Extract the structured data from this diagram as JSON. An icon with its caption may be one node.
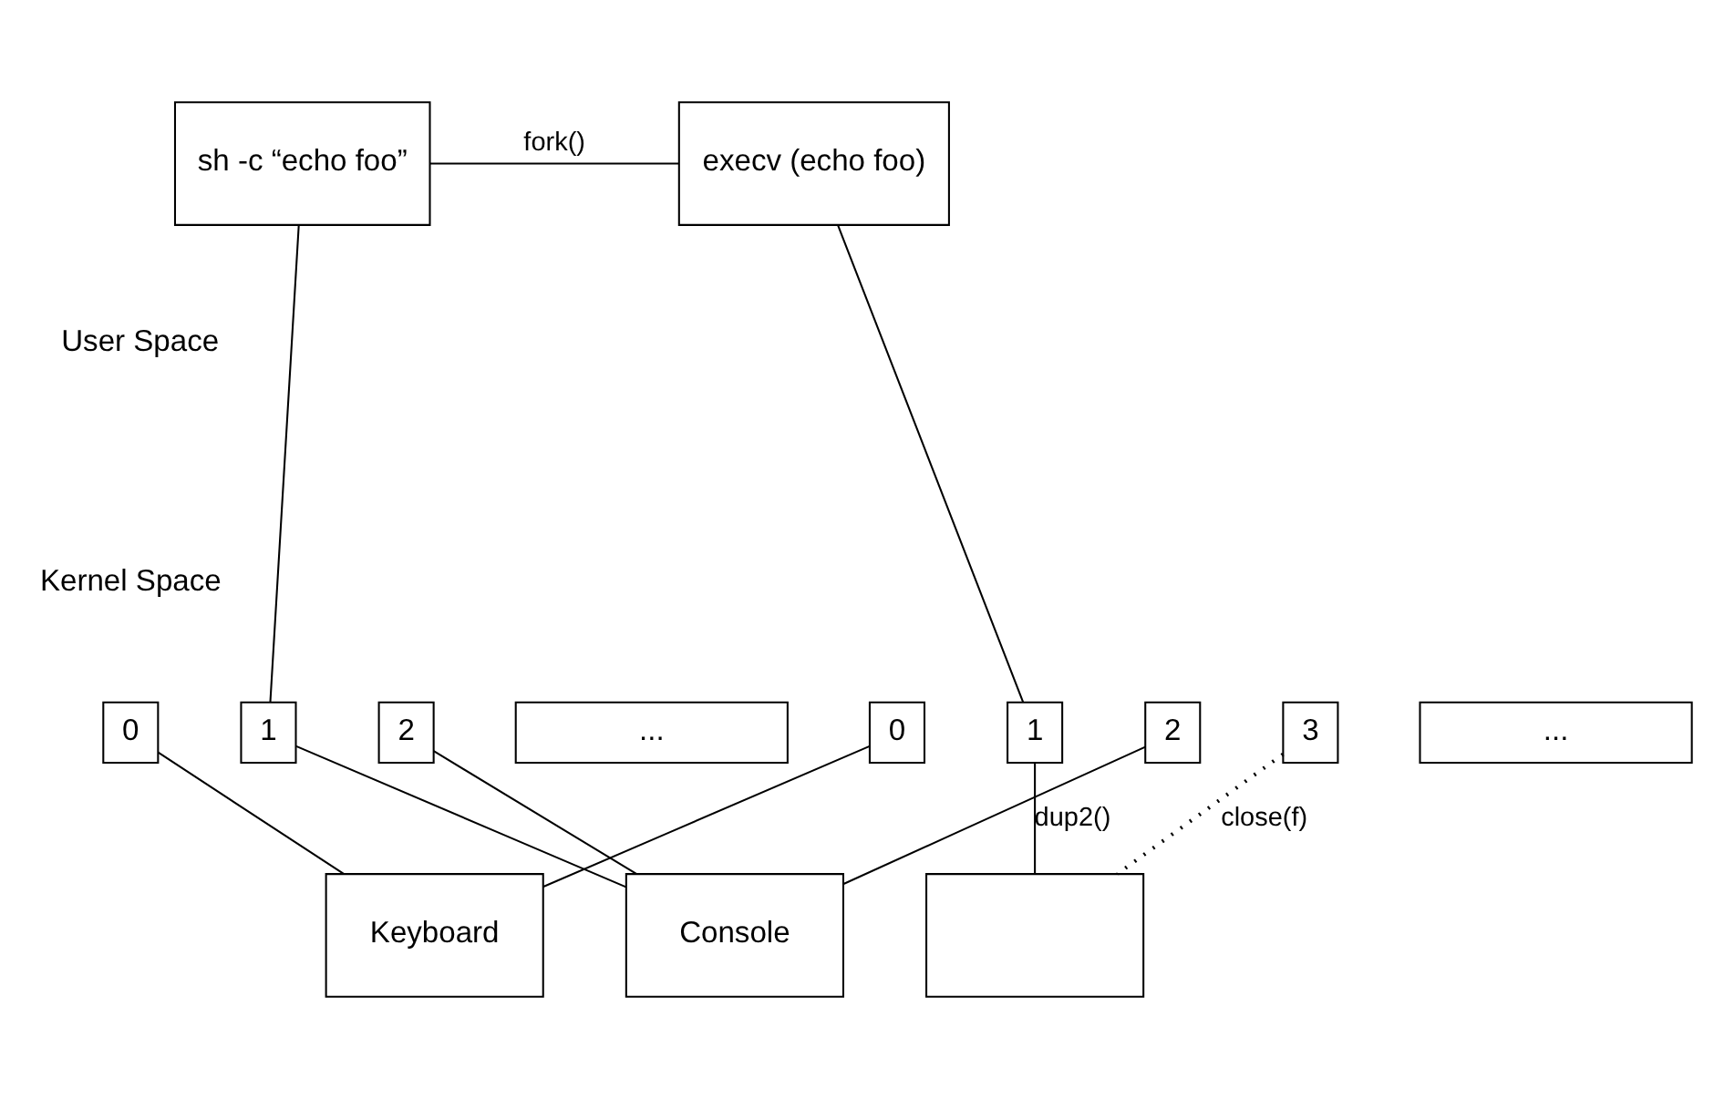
{
  "diagram": {
    "nodes": [
      {
        "text": [
          "sh -c “echo foo”"
        ]
      },
      {
        "text": [
          "execv (echo foo)"
        ]
      },
      {
        "text": [
          "0"
        ]
      },
      {
        "text": [
          "1"
        ]
      },
      {
        "text": [
          "2"
        ]
      },
      {
        "text": [
          "..."
        ]
      },
      {
        "text": [
          "0"
        ]
      },
      {
        "text": [
          "1"
        ]
      },
      {
        "text": [
          "2"
        ]
      },
      {
        "text": [
          "3"
        ]
      },
      {
        "text": [
          "..."
        ]
      },
      {
        "text": [
          "Keyboard"
        ]
      },
      {
        "text": [
          "Console"
        ]
      },
      {
        "text": [],
        "shape": "box"
      }
    ],
    "edges": [
      {
        "from": 0,
        "to": 1,
        "arrow": "none",
        "label": "fork()"
      },
      {
        "from": 0,
        "to": 3,
        "arrow": "none"
      },
      {
        "from": 1,
        "to": 7,
        "arrow": "none"
      },
      {
        "from": 2,
        "to": 11,
        "arrow": "none"
      },
      {
        "from": 3,
        "to": 12,
        "arrow": "none"
      },
      {
        "from": 4,
        "to": 12,
        "arrow": "none"
      },
      {
        "from": 6,
        "to": 11,
        "arrow": "none"
      },
      {
        "from": 8,
        "to": 12,
        "arrow": "none"
      },
      {
        "from": 7,
        "to": 13,
        "arrow": "none",
        "label": "dup2()"
      },
      {
        "from": 9,
        "to": 13,
        "arrow": "none",
        "style": "dashed",
        "label": "close(f)"
      }
    ],
    "labels": [
      "User Space",
      "Kernel Space"
    ]
  }
}
